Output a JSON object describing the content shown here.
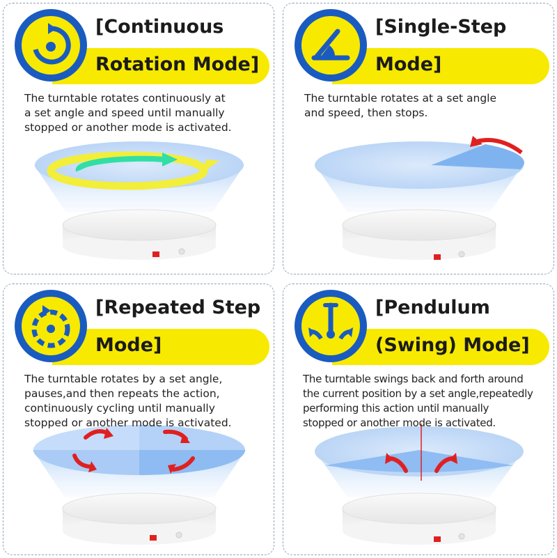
{
  "panels": [
    {
      "title_line1": "[Continuous",
      "title_line2": "Rotation Mode]",
      "icon": "continuous-rotation-icon",
      "desc": [
        "The turntable rotates continuously at",
        "a set angle and speed until manually",
        "stopped or another mode is activated."
      ]
    },
    {
      "title_line1": "[Single-Step",
      "title_line2": "Mode]",
      "icon": "single-step-angle-icon",
      "desc": [
        "The turntable rotates at a set angle",
        "and speed, then stops."
      ]
    },
    {
      "title_line1": "[Repeated Step",
      "title_line2": "Mode]",
      "icon": "repeated-step-icon",
      "desc": [
        "The turntable rotates by a set angle,",
        "pauses,and then repeats the action,",
        "continuously cycling until manually",
        "stopped or another mode is activated."
      ]
    },
    {
      "title_line1": "[Pendulum",
      "title_line2": "(Swing) Mode]",
      "icon": "pendulum-swing-icon",
      "desc": [
        "The turntable swings back and forth around",
        "the current position by a set angle,repeatedly",
        "performing this action until manually",
        "stopped or another mode is activated."
      ]
    }
  ],
  "colors": {
    "accent_yellow": "#f7ea00",
    "icon_blue": "#1a5bc0",
    "light_blue": "#cfe3fb",
    "arrow_red": "#e02020",
    "arrow_green": "#2ee0a0"
  }
}
